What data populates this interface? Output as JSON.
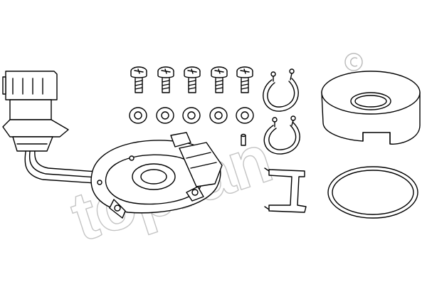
{
  "diagram": {
    "line_color": "#000000",
    "watermark_color": "#c4c4c4",
    "background": "#ffffff"
  },
  "watermark": {
    "text": "topran"
  },
  "parts": [
    {
      "name": "connector-plug",
      "count": 1
    },
    {
      "name": "screw",
      "count": 5
    },
    {
      "name": "washer",
      "count": 5
    },
    {
      "name": "pin",
      "count": 1
    },
    {
      "name": "circlip",
      "count": 2
    },
    {
      "name": "retaining-clip",
      "count": 1
    },
    {
      "name": "rotor-cap",
      "count": 1
    },
    {
      "name": "o-ring",
      "count": 1
    },
    {
      "name": "hall-sender-plate",
      "count": 1
    }
  ]
}
